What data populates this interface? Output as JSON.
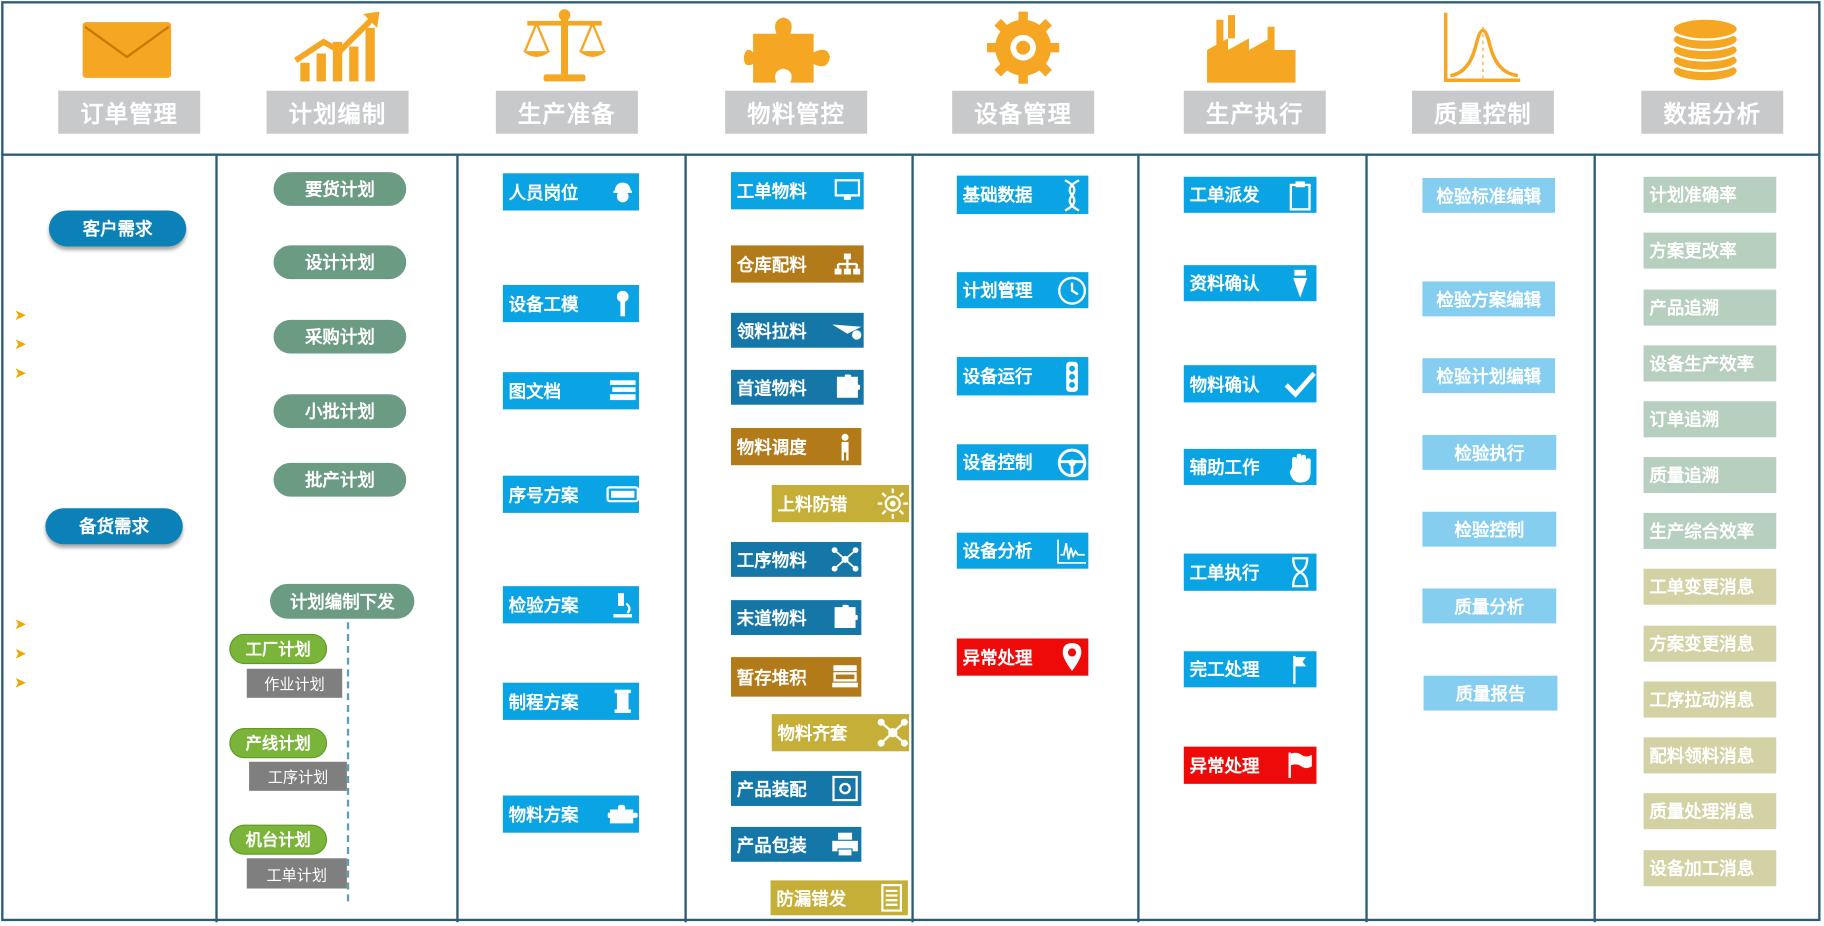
{
  "headers": [
    {
      "label": "订单管理",
      "icon": "envelope-icon"
    },
    {
      "label": "计划编制",
      "icon": "growth-chart-icon"
    },
    {
      "label": "生产准备",
      "icon": "scales-icon"
    },
    {
      "label": "物料管控",
      "icon": "puzzle-icon"
    },
    {
      "label": "设备管理",
      "icon": "gear-icon"
    },
    {
      "label": "生产执行",
      "icon": "factory-icon"
    },
    {
      "label": "质量控制",
      "icon": "bell-curve-icon"
    },
    {
      "label": "数据分析",
      "icon": "database-icon"
    }
  ],
  "order": {
    "customer_demand": "客户需求",
    "stock_demand": "备货需求",
    "bullet": "➤"
  },
  "plan": {
    "pills": [
      "要货计划",
      "设计计划",
      "采购计划",
      "小批计划",
      "批产计划"
    ],
    "issue": "计划编制下发",
    "factory": "工厂计划",
    "work_plan": "作业计划",
    "line": "产线计划",
    "process_plan": "工序计划",
    "machine": "机台计划",
    "order_plan": "工单计划"
  },
  "prep": [
    "人员岗位",
    "设备工模",
    "图文档",
    "序号方案",
    "检验方案",
    "制程方案",
    "物料方案"
  ],
  "material": [
    "工单物料",
    "仓库配料",
    "领料拉料",
    "首道物料",
    "物料调度",
    "上料防错",
    "工序物料",
    "末道物料",
    "暂存堆积",
    "物料齐套",
    "产品装配",
    "产品包装",
    "防漏错发"
  ],
  "equipment": [
    "基础数据",
    "计划管理",
    "设备运行",
    "设备控制",
    "设备分析",
    "异常处理"
  ],
  "execution": [
    "工单派发",
    "资料确认",
    "物料确认",
    "辅助工作",
    "工单执行",
    "完工处理",
    "异常处理"
  ],
  "quality": [
    "检验标准编辑",
    "检验方案编辑",
    "检验计划编辑",
    "检验执行",
    "检验控制",
    "质量分析",
    "质量报告"
  ],
  "analysis": [
    "计划准确率",
    "方案更改率",
    "产品追溯",
    "设备生产效率",
    "订单追溯",
    "质量追溯",
    "生产综合效率",
    "工单变更消息",
    "方案变更消息",
    "工序拉动消息",
    "配料领料消息",
    "质量处理消息",
    "设备加工消息"
  ],
  "colors": {
    "border": "#2a5d73",
    "blue": "#0aa3e4",
    "dark_blue": "#1577a8",
    "brown": "#b27a18",
    "olive": "#c6af38",
    "red": "#ef0a0a",
    "light_blue": "#86cef0",
    "sage": "#b7cfbe",
    "khaki": "#d2d2a4",
    "green": "#6b9b82",
    "orange": "#f5a623"
  }
}
